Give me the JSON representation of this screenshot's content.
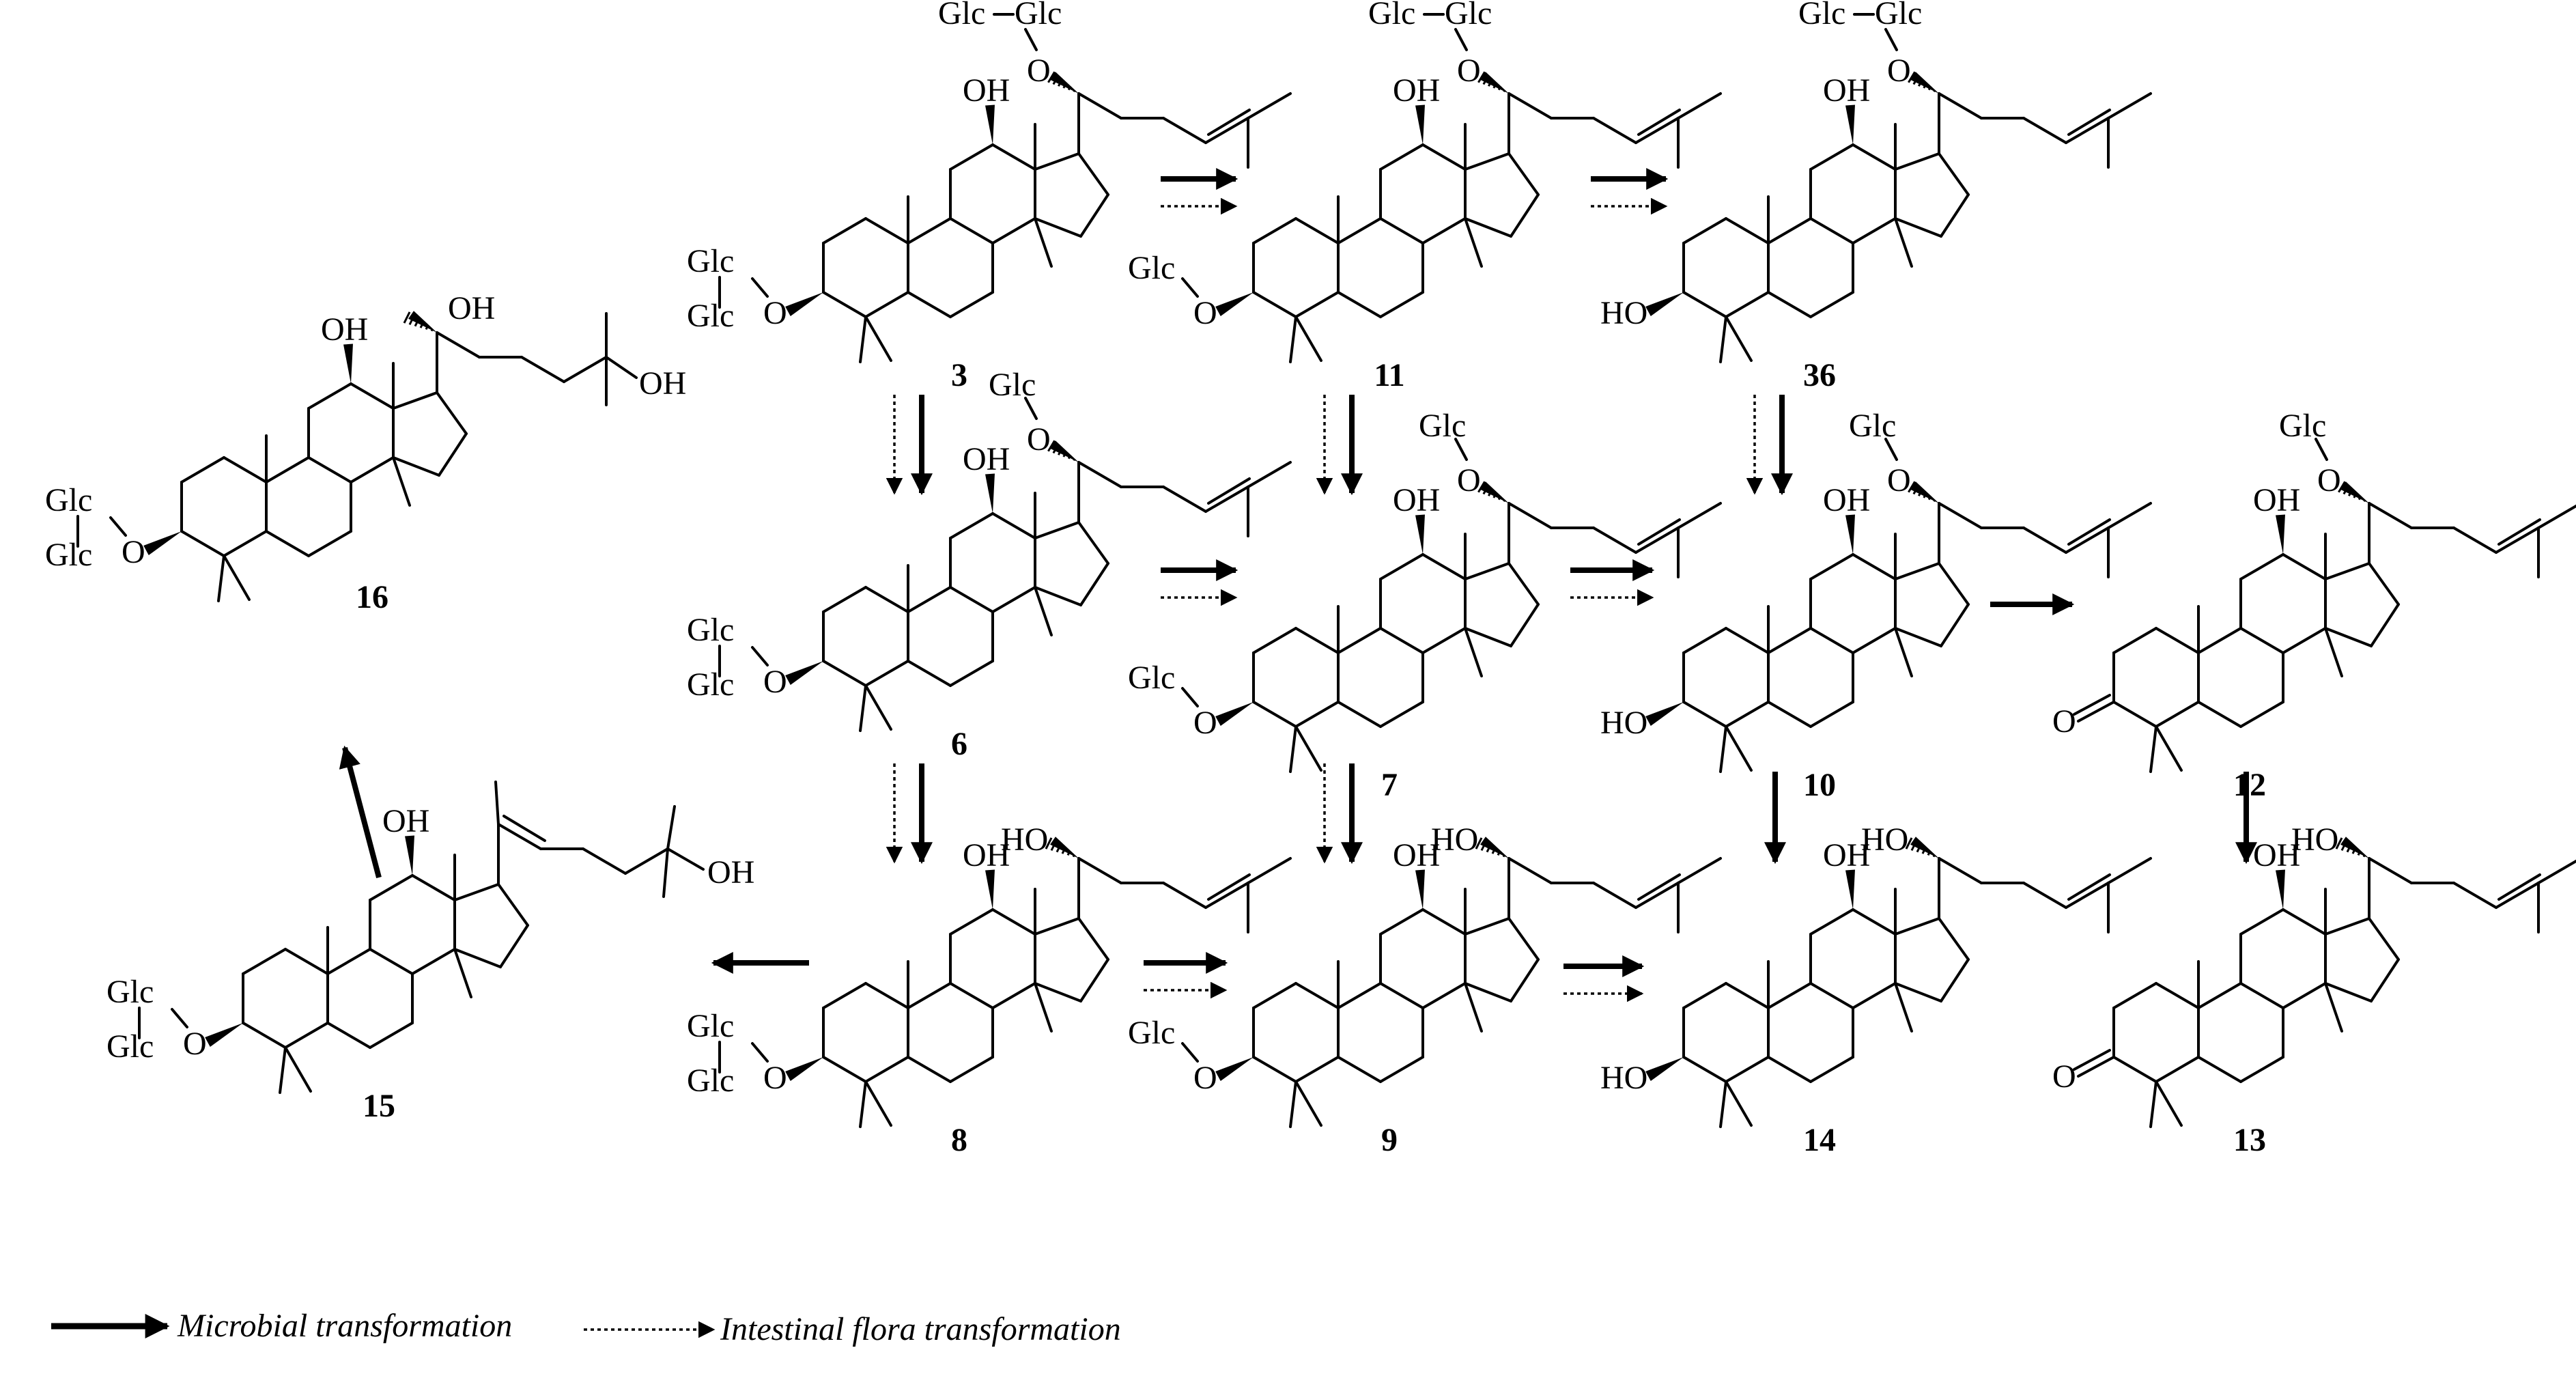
{
  "labels": {
    "glc": "Glc",
    "oh": "OH",
    "ho": "HO",
    "o": "O"
  },
  "compounds": [
    {
      "id": "c3",
      "number": "3",
      "c3": "glcglc",
      "c20": "glcglc",
      "tail": "ene"
    },
    {
      "id": "c11",
      "number": "11",
      "c3": "glc",
      "c20": "glcglc",
      "tail": "ene"
    },
    {
      "id": "c36",
      "number": "36",
      "c3": "oh",
      "c20": "glcglc",
      "tail": "ene"
    },
    {
      "id": "c16",
      "number": "16",
      "c3": "glcglc",
      "c20": "oh",
      "tail": "hydroxy"
    },
    {
      "id": "c6",
      "number": "6",
      "c3": "glcglc",
      "c20": "glc",
      "tail": "ene"
    },
    {
      "id": "c7",
      "number": "7",
      "c3": "glc",
      "c20": "glc",
      "tail": "ene"
    },
    {
      "id": "c10",
      "number": "10",
      "c3": "oh",
      "c20": "glc",
      "tail": "ene"
    },
    {
      "id": "c12",
      "number": "12",
      "c3": "keto",
      "c20": "glc",
      "tail": "ene"
    },
    {
      "id": "c15",
      "number": "15",
      "c3": "glcglc",
      "c20": "ene20",
      "tail": "hydroxy"
    },
    {
      "id": "c8",
      "number": "8",
      "c3": "glcglc",
      "c20": "oh",
      "tail": "ene"
    },
    {
      "id": "c9",
      "number": "9",
      "c3": "glc",
      "c20": "oh",
      "tail": "ene"
    },
    {
      "id": "c14",
      "number": "14",
      "c3": "oh",
      "c20": "oh",
      "tail": "ene"
    },
    {
      "id": "c13",
      "number": "13",
      "c3": "keto",
      "c20": "oh",
      "tail": "ene"
    }
  ],
  "transformations": [
    {
      "from": "3",
      "to": "11",
      "microbial": true,
      "intestinal": true
    },
    {
      "from": "11",
      "to": "36",
      "microbial": true,
      "intestinal": true
    },
    {
      "from": "3",
      "to": "6",
      "microbial": true,
      "intestinal": true
    },
    {
      "from": "11",
      "to": "7",
      "microbial": true,
      "intestinal": true
    },
    {
      "from": "36",
      "to": "10",
      "microbial": true,
      "intestinal": true
    },
    {
      "from": "6",
      "to": "7",
      "microbial": true,
      "intestinal": true
    },
    {
      "from": "7",
      "to": "10",
      "microbial": true,
      "intestinal": true
    },
    {
      "from": "10",
      "to": "12",
      "microbial": true,
      "intestinal": false
    },
    {
      "from": "6",
      "to": "8",
      "microbial": true,
      "intestinal": true
    },
    {
      "from": "7",
      "to": "9",
      "microbial": true,
      "intestinal": true
    },
    {
      "from": "10",
      "to": "14",
      "microbial": true,
      "intestinal": false
    },
    {
      "from": "12",
      "to": "13",
      "microbial": true,
      "intestinal": false
    },
    {
      "from": "8",
      "to": "9",
      "microbial": true,
      "intestinal": true
    },
    {
      "from": "9",
      "to": "14",
      "microbial": true,
      "intestinal": true
    },
    {
      "from": "8",
      "to": "15",
      "microbial": true,
      "intestinal": false
    },
    {
      "from": "15",
      "to": "16",
      "microbial": true,
      "intestinal": false
    }
  ],
  "legend": {
    "microbial": "Microbial transformation",
    "intestinal": "Intestinal flora transformation"
  },
  "colors": {
    "ink": "#000000",
    "background": "#ffffff"
  }
}
